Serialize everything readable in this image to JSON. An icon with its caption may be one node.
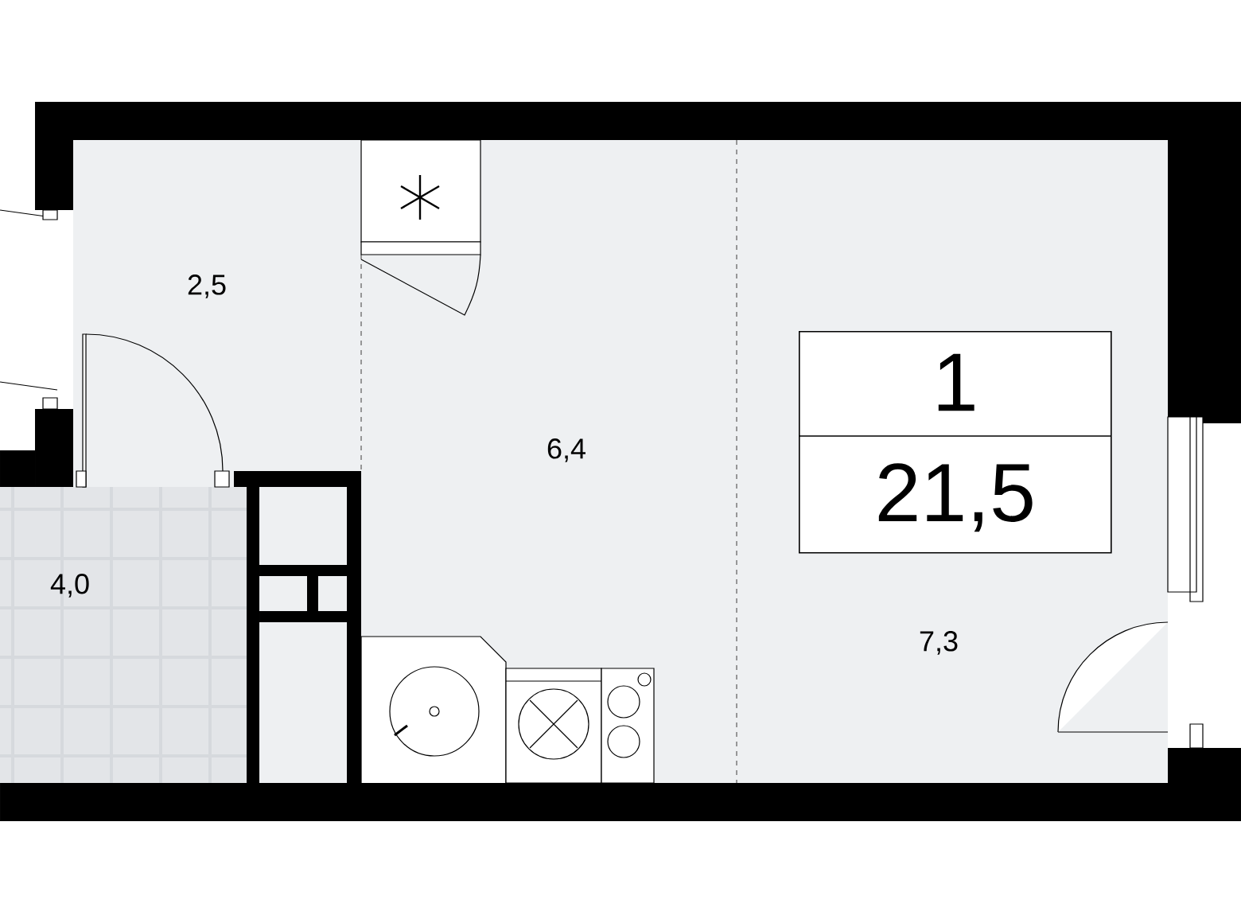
{
  "diagram": {
    "nodes": [
      {
        "text": [
          "1",
          "21,5"
        ]
      }
    ],
    "labels": [
      "2,5",
      "6,4",
      "4,0",
      "7,3"
    ]
  }
}
